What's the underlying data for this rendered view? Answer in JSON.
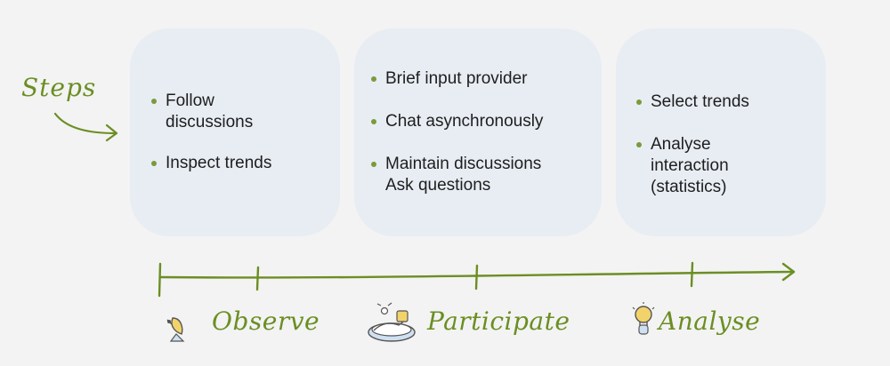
{
  "side_label": "Steps",
  "colors": {
    "accent": "#6b8e23",
    "card_bg": "#e8edf4",
    "page_bg": "#f3f3f3"
  },
  "cards": [
    {
      "items": [
        "Follow\ndiscussions",
        "Inspect trends"
      ]
    },
    {
      "items": [
        "Brief input provider",
        "Chat asynchronously",
        "Maintain discussions\nAsk questions"
      ]
    },
    {
      "items": [
        "Select trends",
        "Analyse\ninteraction\n(statistics)"
      ]
    }
  ],
  "phases": [
    {
      "label": "Observe",
      "icon": "satellite-dish-icon"
    },
    {
      "label": "Participate",
      "icon": "lounging-person-icon"
    },
    {
      "label": "Analyse",
      "icon": "lightbulb-icon"
    }
  ]
}
